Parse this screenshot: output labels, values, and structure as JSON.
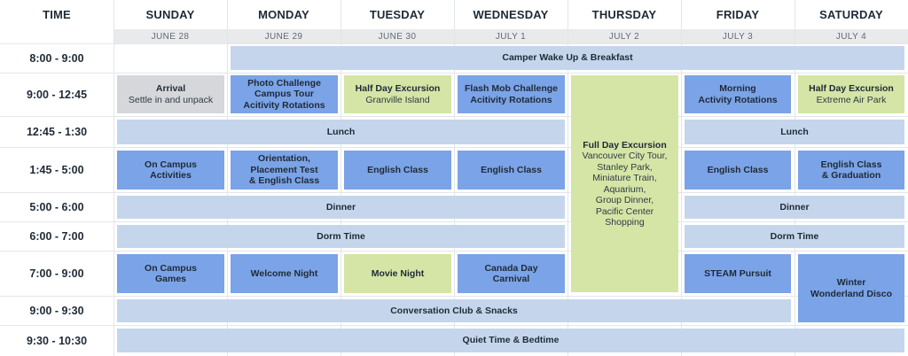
{
  "header": {
    "time": "TIME",
    "days": [
      "SUNDAY",
      "MONDAY",
      "TUESDAY",
      "WEDNESDAY",
      "THURSDAY",
      "FRIDAY",
      "SATURDAY"
    ],
    "dates": [
      "JUNE 28",
      "JUNE 29",
      "JUNE 30",
      "JULY 1",
      "JULY 2",
      "JULY 3",
      "JULY 4"
    ]
  },
  "times": [
    "8:00 - 9:00",
    "9:00 - 12:45",
    "12:45 - 1:30",
    "1:45 - 5:00",
    "5:00 - 6:00",
    "6:00 - 7:00",
    "7:00 - 9:00",
    "9:00 - 9:30",
    "9:30 - 10:30"
  ],
  "activities": {
    "wakeup": "Camper Wake Up & Breakfast",
    "sun_morning": {
      "title": "Arrival",
      "sub": "Settle in and unpack"
    },
    "mon_morning": "Photo Challenge\nCampus Tour\nAcitivity Rotations",
    "tue_morning": {
      "title": "Half Day Excursion",
      "sub": "Granville Island"
    },
    "wed_morning": "Flash Mob Challenge\nAcitivity Rotations",
    "thu_full": {
      "title": "Full Day Excursion",
      "sub": "Vancouver City Tour,\nStanley Park,\nMiniature Train,\nAquarium,\nGroup Dinner,\nPacific Center\nShopping"
    },
    "fri_morning": "Morning\nActivity Rotations",
    "sat_morning": {
      "title": "Half Day Excursion",
      "sub": "Extreme Air Park"
    },
    "lunch_left": "Lunch",
    "lunch_right": "Lunch",
    "sun_afternoon": "On Campus\nActivities",
    "mon_afternoon": "Orientation,\nPlacement Test\n& English Class",
    "tue_afternoon": "English Class",
    "wed_afternoon": "English Class",
    "fri_afternoon": "English Class",
    "sat_afternoon": "English Class\n& Graduation",
    "dinner_left": "Dinner",
    "dinner_right": "Dinner",
    "dorm_left": "Dorm Time",
    "dorm_right": "Dorm Time",
    "sun_evening": "On Campus\nGames",
    "mon_evening": "Welcome Night",
    "tue_evening": "Movie Night",
    "wed_evening": "Canada Day\nCarnival",
    "fri_evening": "STEAM Pursuit",
    "sat_evening": "Winter\nWonderland Disco",
    "conversation": "Conversation Club & Snacks",
    "quiet": "Quiet Time & Bedtime"
  }
}
